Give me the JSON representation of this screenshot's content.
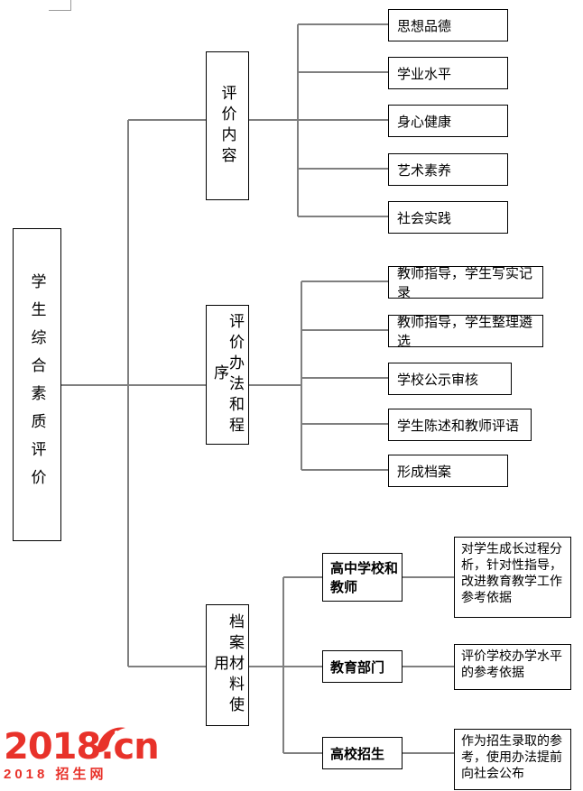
{
  "diagram": {
    "title": "学生综合素质评价",
    "type": "tree-org-chart",
    "root": {
      "label": "学生综合素质评价"
    },
    "branches": [
      {
        "id": "evaluation-content",
        "label": "评价内容",
        "leaves": [
          {
            "label": "思想品德"
          },
          {
            "label": "学业水平"
          },
          {
            "label": "身心健康"
          },
          {
            "label": "艺术素养"
          },
          {
            "label": "社会实践"
          }
        ]
      },
      {
        "id": "evaluation-method",
        "label": "评价办法和程序",
        "leaves": [
          {
            "label": "教师指导，学生写实记录"
          },
          {
            "label": "教师指导，学生整理遴选"
          },
          {
            "label": "学校公示审核"
          },
          {
            "label": "学生陈述和教师评语"
          },
          {
            "label": "形成档案"
          }
        ]
      },
      {
        "id": "archive-usage",
        "label": "档案材料使用",
        "actors": [
          {
            "label": "高中学校和教师",
            "description": "对学生成长过程分析，针对性指导，改进教育教学工作参考依据"
          },
          {
            "label": "教育部门",
            "description": "评价学校办学水平的参考依据"
          },
          {
            "label": "高校招生",
            "description": "作为招生录取的参考，使用办法提前向社会公布"
          }
        ]
      }
    ]
  },
  "watermark": {
    "main": "2018.cn",
    "sub": "2018 招生网",
    "color": "#e8322a"
  },
  "colors": {
    "line": "#7f7f7f",
    "line_dark": "#000000",
    "box_border": "#000000",
    "background": "#ffffff",
    "text": "#000000"
  }
}
